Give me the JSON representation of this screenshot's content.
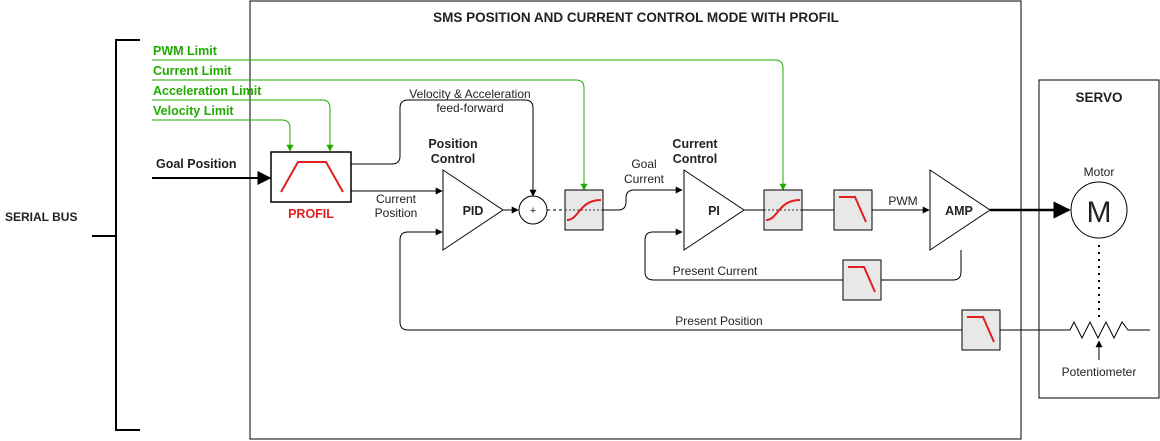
{
  "title": "SMS POSITION AND CURRENT CONTROL MODE WITH PROFIL",
  "serial_bus": {
    "label": "SERIAL BUS"
  },
  "inputs": {
    "pwm_limit": "PWM Limit",
    "current_limit": "Current Limit",
    "acceleration_limit": "Acceleration Limit",
    "velocity_limit": "Velocity Limit",
    "goal_position": "Goal Position"
  },
  "blocks": {
    "profil": "PROFIL",
    "position_control": [
      "Position",
      "Control"
    ],
    "pid": "PID",
    "sum": "+",
    "current_control": [
      "Current",
      "Control"
    ],
    "pi": "PI",
    "amp": "AMP"
  },
  "signals": {
    "feed_forward": [
      "Velocity & Acceleration",
      "feed-forward"
    ],
    "current_position": [
      "Current",
      "Position"
    ],
    "goal_current": [
      "Goal",
      "Current"
    ],
    "pwm": "PWM",
    "present_current": "Present Current",
    "present_position": "Present Position"
  },
  "servo": {
    "title": "SERVO",
    "motor_label": "Motor",
    "motor_symbol": "M",
    "potentiometer": "Potentiometer"
  },
  "colors": {
    "line": "#000000",
    "limit": "#22aa00",
    "profile": "#e02020",
    "block_fill": "#e8e8e8"
  }
}
